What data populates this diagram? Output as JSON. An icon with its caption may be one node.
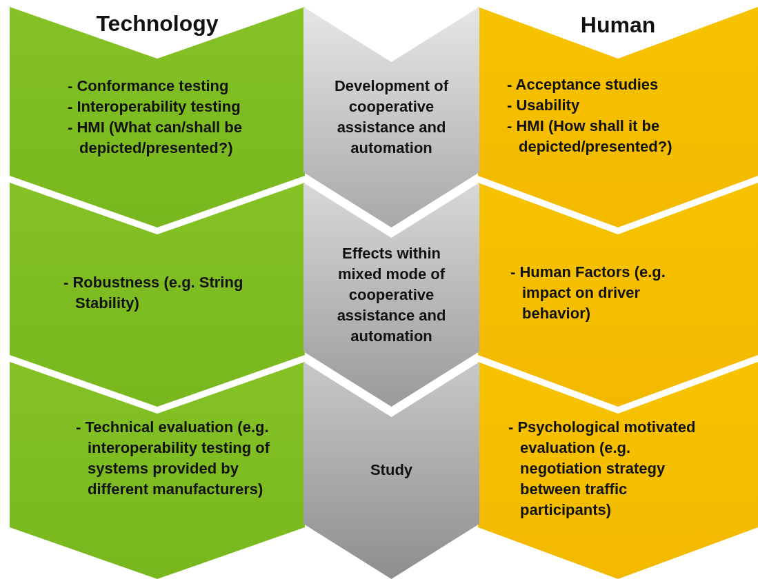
{
  "diagram": {
    "nodes": [
      {
        "text": [
          "Technology",
          "- Conformance testing",
          "- Interoperability testing",
          "- HMI (What can/shall be depicted/presented?)"
        ]
      },
      {
        "text": [
          "Development of cooperative assistance and automation"
        ]
      },
      {
        "text": [
          "Human",
          "- Acceptance studies",
          "- Usability",
          "- HMI (How shall it be depicted/presented?)"
        ]
      },
      {
        "text": [
          "- Robustness (e.g. String Stability)"
        ]
      },
      {
        "text": [
          "Effects within mixed mode of cooperative assistance and automation"
        ]
      },
      {
        "text": [
          "- Human Factors (e.g. impact on driver behavior)"
        ]
      },
      {
        "text": [
          "- Technical evaluation (e.g. interoperability testing of systems provided by different manufacturers)"
        ]
      },
      {
        "text": [
          "Study"
        ]
      },
      {
        "text": [
          "- Psychological motivated evaluation (e.g. negotiation strategy between traffic participants)"
        ]
      }
    ]
  }
}
